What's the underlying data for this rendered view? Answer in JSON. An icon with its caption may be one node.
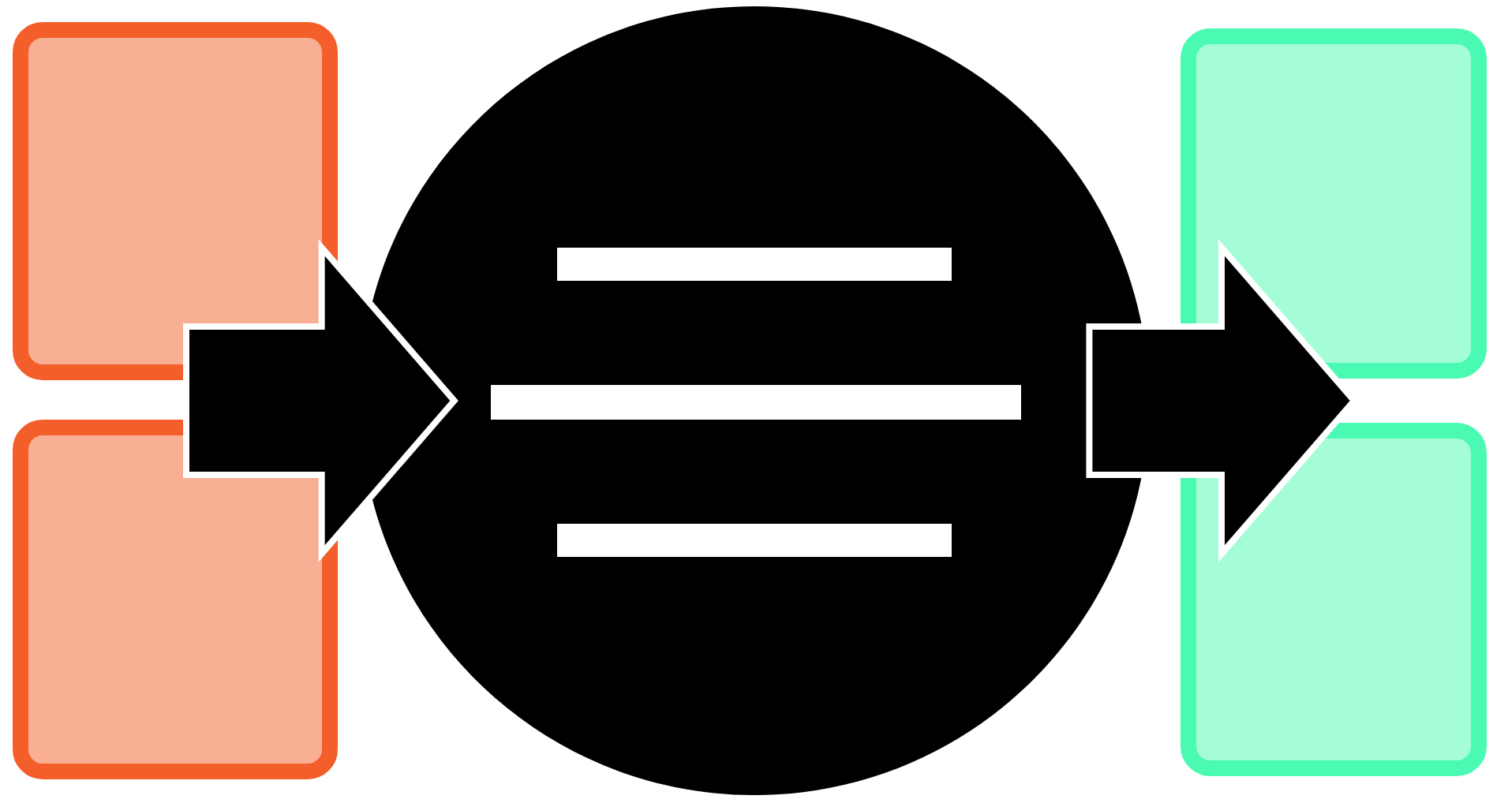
{
  "diagram": {
    "nodes": [
      {
        "text": [],
        "shape": "box"
      },
      {
        "text": [],
        "shape": "box"
      },
      {
        "text": [],
        "shape": "circle"
      },
      {
        "text": [],
        "shape": "box"
      },
      {
        "text": [],
        "shape": "box"
      }
    ],
    "edges": [
      {
        "from": 0,
        "to": 2,
        "arrow": "to"
      },
      {
        "from": 1,
        "to": 2,
        "arrow": "to"
      },
      {
        "from": 2,
        "to": 3,
        "arrow": "to"
      },
      {
        "from": 2,
        "to": 4,
        "arrow": "to"
      }
    ]
  }
}
